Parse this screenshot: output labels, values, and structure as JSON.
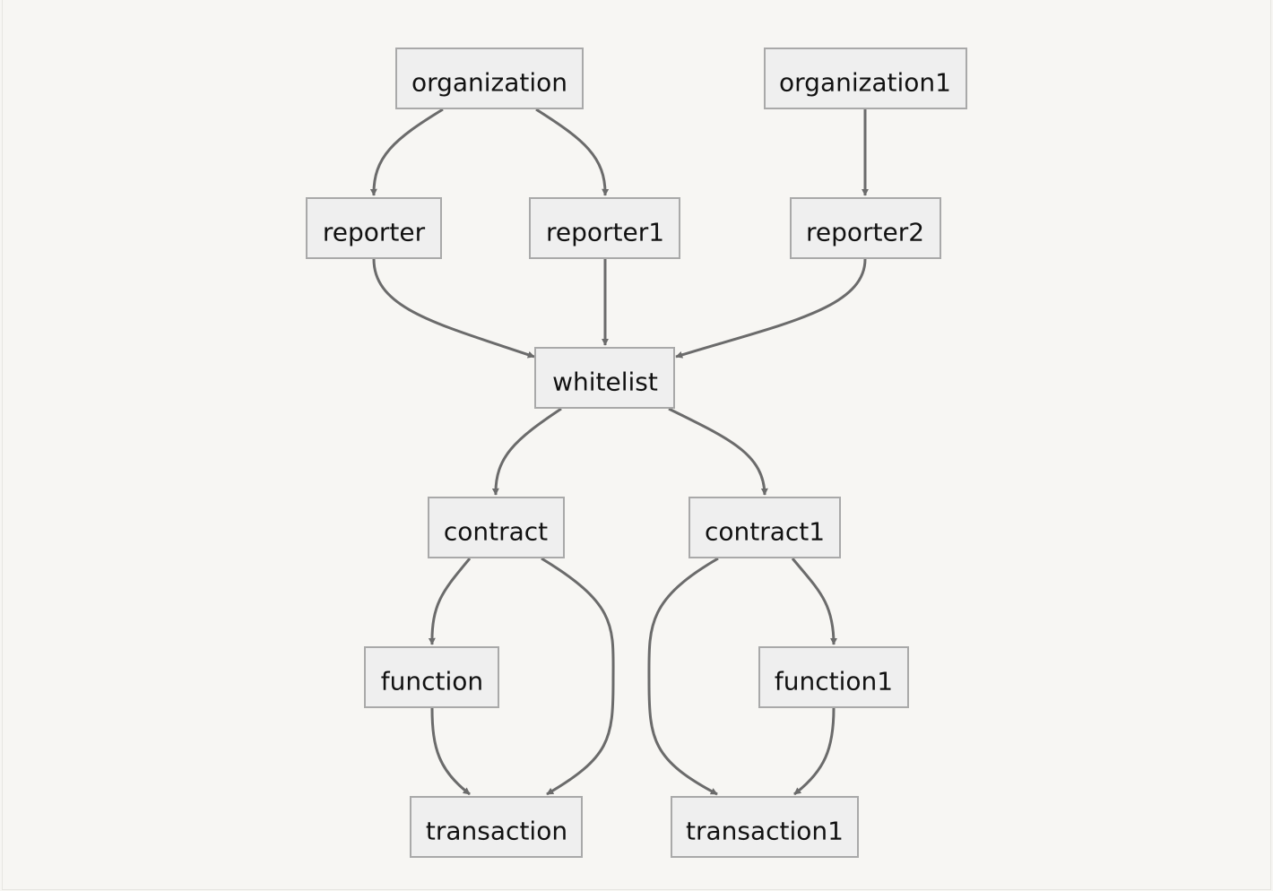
{
  "colors": {
    "background": "#f7f6f3",
    "node_fill": "#efefef",
    "node_border": "#a9a9a9",
    "edge": "#6b6b6b",
    "text": "#111111"
  },
  "nodes": [
    {
      "id": "organization",
      "label": "organization"
    },
    {
      "id": "organization1",
      "label": "organization1"
    },
    {
      "id": "reporter",
      "label": "reporter"
    },
    {
      "id": "reporter1",
      "label": "reporter1"
    },
    {
      "id": "reporter2",
      "label": "reporter2"
    },
    {
      "id": "whitelist",
      "label": "whitelist"
    },
    {
      "id": "contract",
      "label": "contract"
    },
    {
      "id": "contract1",
      "label": "contract1"
    },
    {
      "id": "function",
      "label": "function"
    },
    {
      "id": "function1",
      "label": "function1"
    },
    {
      "id": "transaction",
      "label": "transaction"
    },
    {
      "id": "transaction1",
      "label": "transaction1"
    }
  ],
  "edges": [
    {
      "from": "organization",
      "to": "reporter"
    },
    {
      "from": "organization",
      "to": "reporter1"
    },
    {
      "from": "organization1",
      "to": "reporter2"
    },
    {
      "from": "reporter",
      "to": "whitelist"
    },
    {
      "from": "reporter1",
      "to": "whitelist"
    },
    {
      "from": "reporter2",
      "to": "whitelist"
    },
    {
      "from": "whitelist",
      "to": "contract"
    },
    {
      "from": "whitelist",
      "to": "contract1"
    },
    {
      "from": "contract",
      "to": "function"
    },
    {
      "from": "contract",
      "to": "transaction"
    },
    {
      "from": "function",
      "to": "transaction"
    },
    {
      "from": "contract1",
      "to": "transaction1"
    },
    {
      "from": "contract1",
      "to": "function1"
    },
    {
      "from": "function1",
      "to": "transaction1"
    }
  ]
}
